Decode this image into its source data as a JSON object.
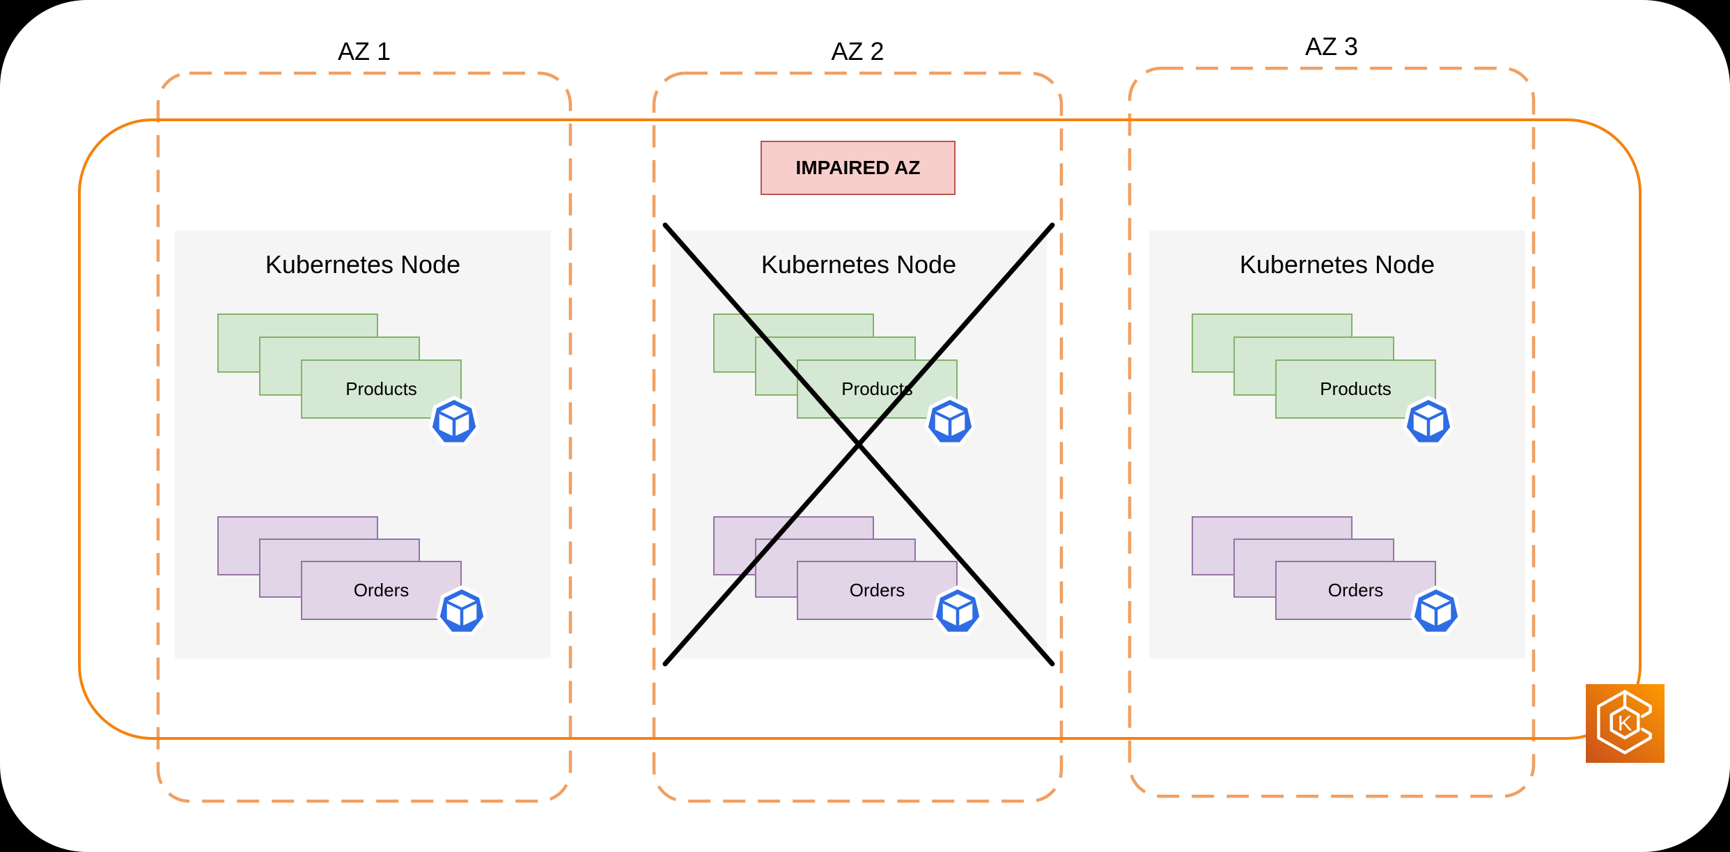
{
  "canvas": {
    "background": "#000000",
    "sheet_color": "#FFFFFF"
  },
  "colors": {
    "region_border": "#F5820D",
    "az_border": "#F0A062",
    "node_fill": "#F5F5F5",
    "green_fill": "#D5E8D4",
    "green_border": "#82B366",
    "purple_fill": "#E1D5E7",
    "purple_border": "#9673A6",
    "badge_fill": "#F8CECC",
    "badge_border": "#B85450",
    "pod_blue": "#2D6CE3",
    "crossout": "#000000"
  },
  "badge": {
    "label": "IMPAIRED AZ"
  },
  "icons": {
    "pod": "kubernetes-pod-icon",
    "eks": "amazon-eks-icon",
    "eks_letter": "K"
  },
  "zones": [
    {
      "label": "AZ 1",
      "impaired": false,
      "node": {
        "title": "Kubernetes Node",
        "deployments": [
          {
            "label": "Products",
            "replicas": 3,
            "color": "green"
          },
          {
            "label": "Orders",
            "replicas": 3,
            "color": "purple"
          }
        ]
      }
    },
    {
      "label": "AZ 2",
      "impaired": true,
      "node": {
        "title": "Kubernetes Node",
        "deployments": [
          {
            "label": "Products",
            "replicas": 3,
            "color": "green"
          },
          {
            "label": "Orders",
            "replicas": 3,
            "color": "purple"
          }
        ]
      }
    },
    {
      "label": "AZ 3",
      "impaired": false,
      "node": {
        "title": "Kubernetes Node",
        "deployments": [
          {
            "label": "Products",
            "replicas": 3,
            "color": "green"
          },
          {
            "label": "Orders",
            "replicas": 3,
            "color": "purple"
          }
        ]
      }
    }
  ]
}
